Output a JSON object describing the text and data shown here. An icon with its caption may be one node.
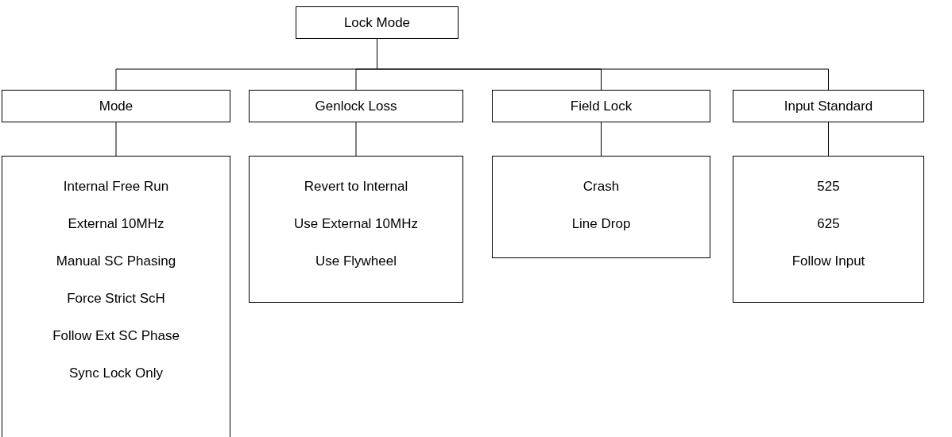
{
  "diagram": {
    "nodes": [
      {
        "text": [
          "Lock Mode"
        ]
      },
      {
        "text": [
          "Mode"
        ]
      },
      {
        "text": [
          "Genlock Loss"
        ]
      },
      {
        "text": [
          "Field Lock"
        ]
      },
      {
        "text": [
          "Input Standard"
        ]
      },
      {
        "text": [
          "Internal Free Run",
          "External 10MHz",
          "Manual SC Phasing",
          "Force Strict ScH",
          "Follow Ext SC Phase",
          "Sync Lock Only"
        ]
      },
      {
        "text": [
          "Revert to Internal",
          "Use External 10MHz",
          "Use Flywheel"
        ]
      },
      {
        "text": [
          "Crash",
          "Line Drop"
        ]
      },
      {
        "text": [
          "525",
          "625",
          "Follow Input"
        ]
      }
    ],
    "edges": [
      {
        "from": 0,
        "to": 1,
        "arrow": "none"
      },
      {
        "from": 0,
        "to": 2,
        "arrow": "none"
      },
      {
        "from": 0,
        "to": 3,
        "arrow": "none"
      },
      {
        "from": 0,
        "to": 4,
        "arrow": "none"
      },
      {
        "from": 1,
        "to": 5,
        "arrow": "none"
      },
      {
        "from": 2,
        "to": 6,
        "arrow": "none"
      },
      {
        "from": 3,
        "to": 7,
        "arrow": "none"
      },
      {
        "from": 4,
        "to": 8,
        "arrow": "none"
      }
    ]
  }
}
